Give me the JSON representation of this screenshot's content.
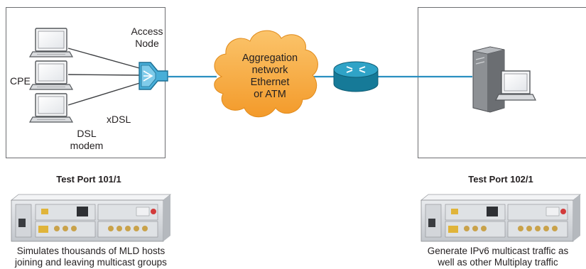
{
  "left_site": {
    "access_node_label": [
      "Access",
      "Node"
    ],
    "cpe_label": "CPE",
    "xdsl_label": "xDSL",
    "dsl_modem_label": [
      "DSL",
      "modem"
    ]
  },
  "cloud": {
    "lines": [
      "Aggregation",
      "network",
      "Ethernet",
      "or ATM"
    ]
  },
  "port_left": {
    "title": "Test Port 101/1",
    "caption": [
      "Simulates thousands of MLD hosts",
      "joining and leaving multicast groups"
    ]
  },
  "port_right": {
    "title": "Test Port 102/1",
    "caption": [
      "Generate IPv6 multicast traffic as",
      "well as other Multiplay traffic"
    ]
  },
  "colors": {
    "link": "#2a8fc0",
    "cloud_fill": "#f7a93b",
    "router_fill": "#1f8fb0",
    "access_node_fill": "#48aed8",
    "frame": "#6d6e71"
  },
  "icons": [
    "laptop-icon",
    "access-node-icon",
    "cloud-icon",
    "router-icon",
    "server-icon",
    "test-chassis-icon"
  ]
}
